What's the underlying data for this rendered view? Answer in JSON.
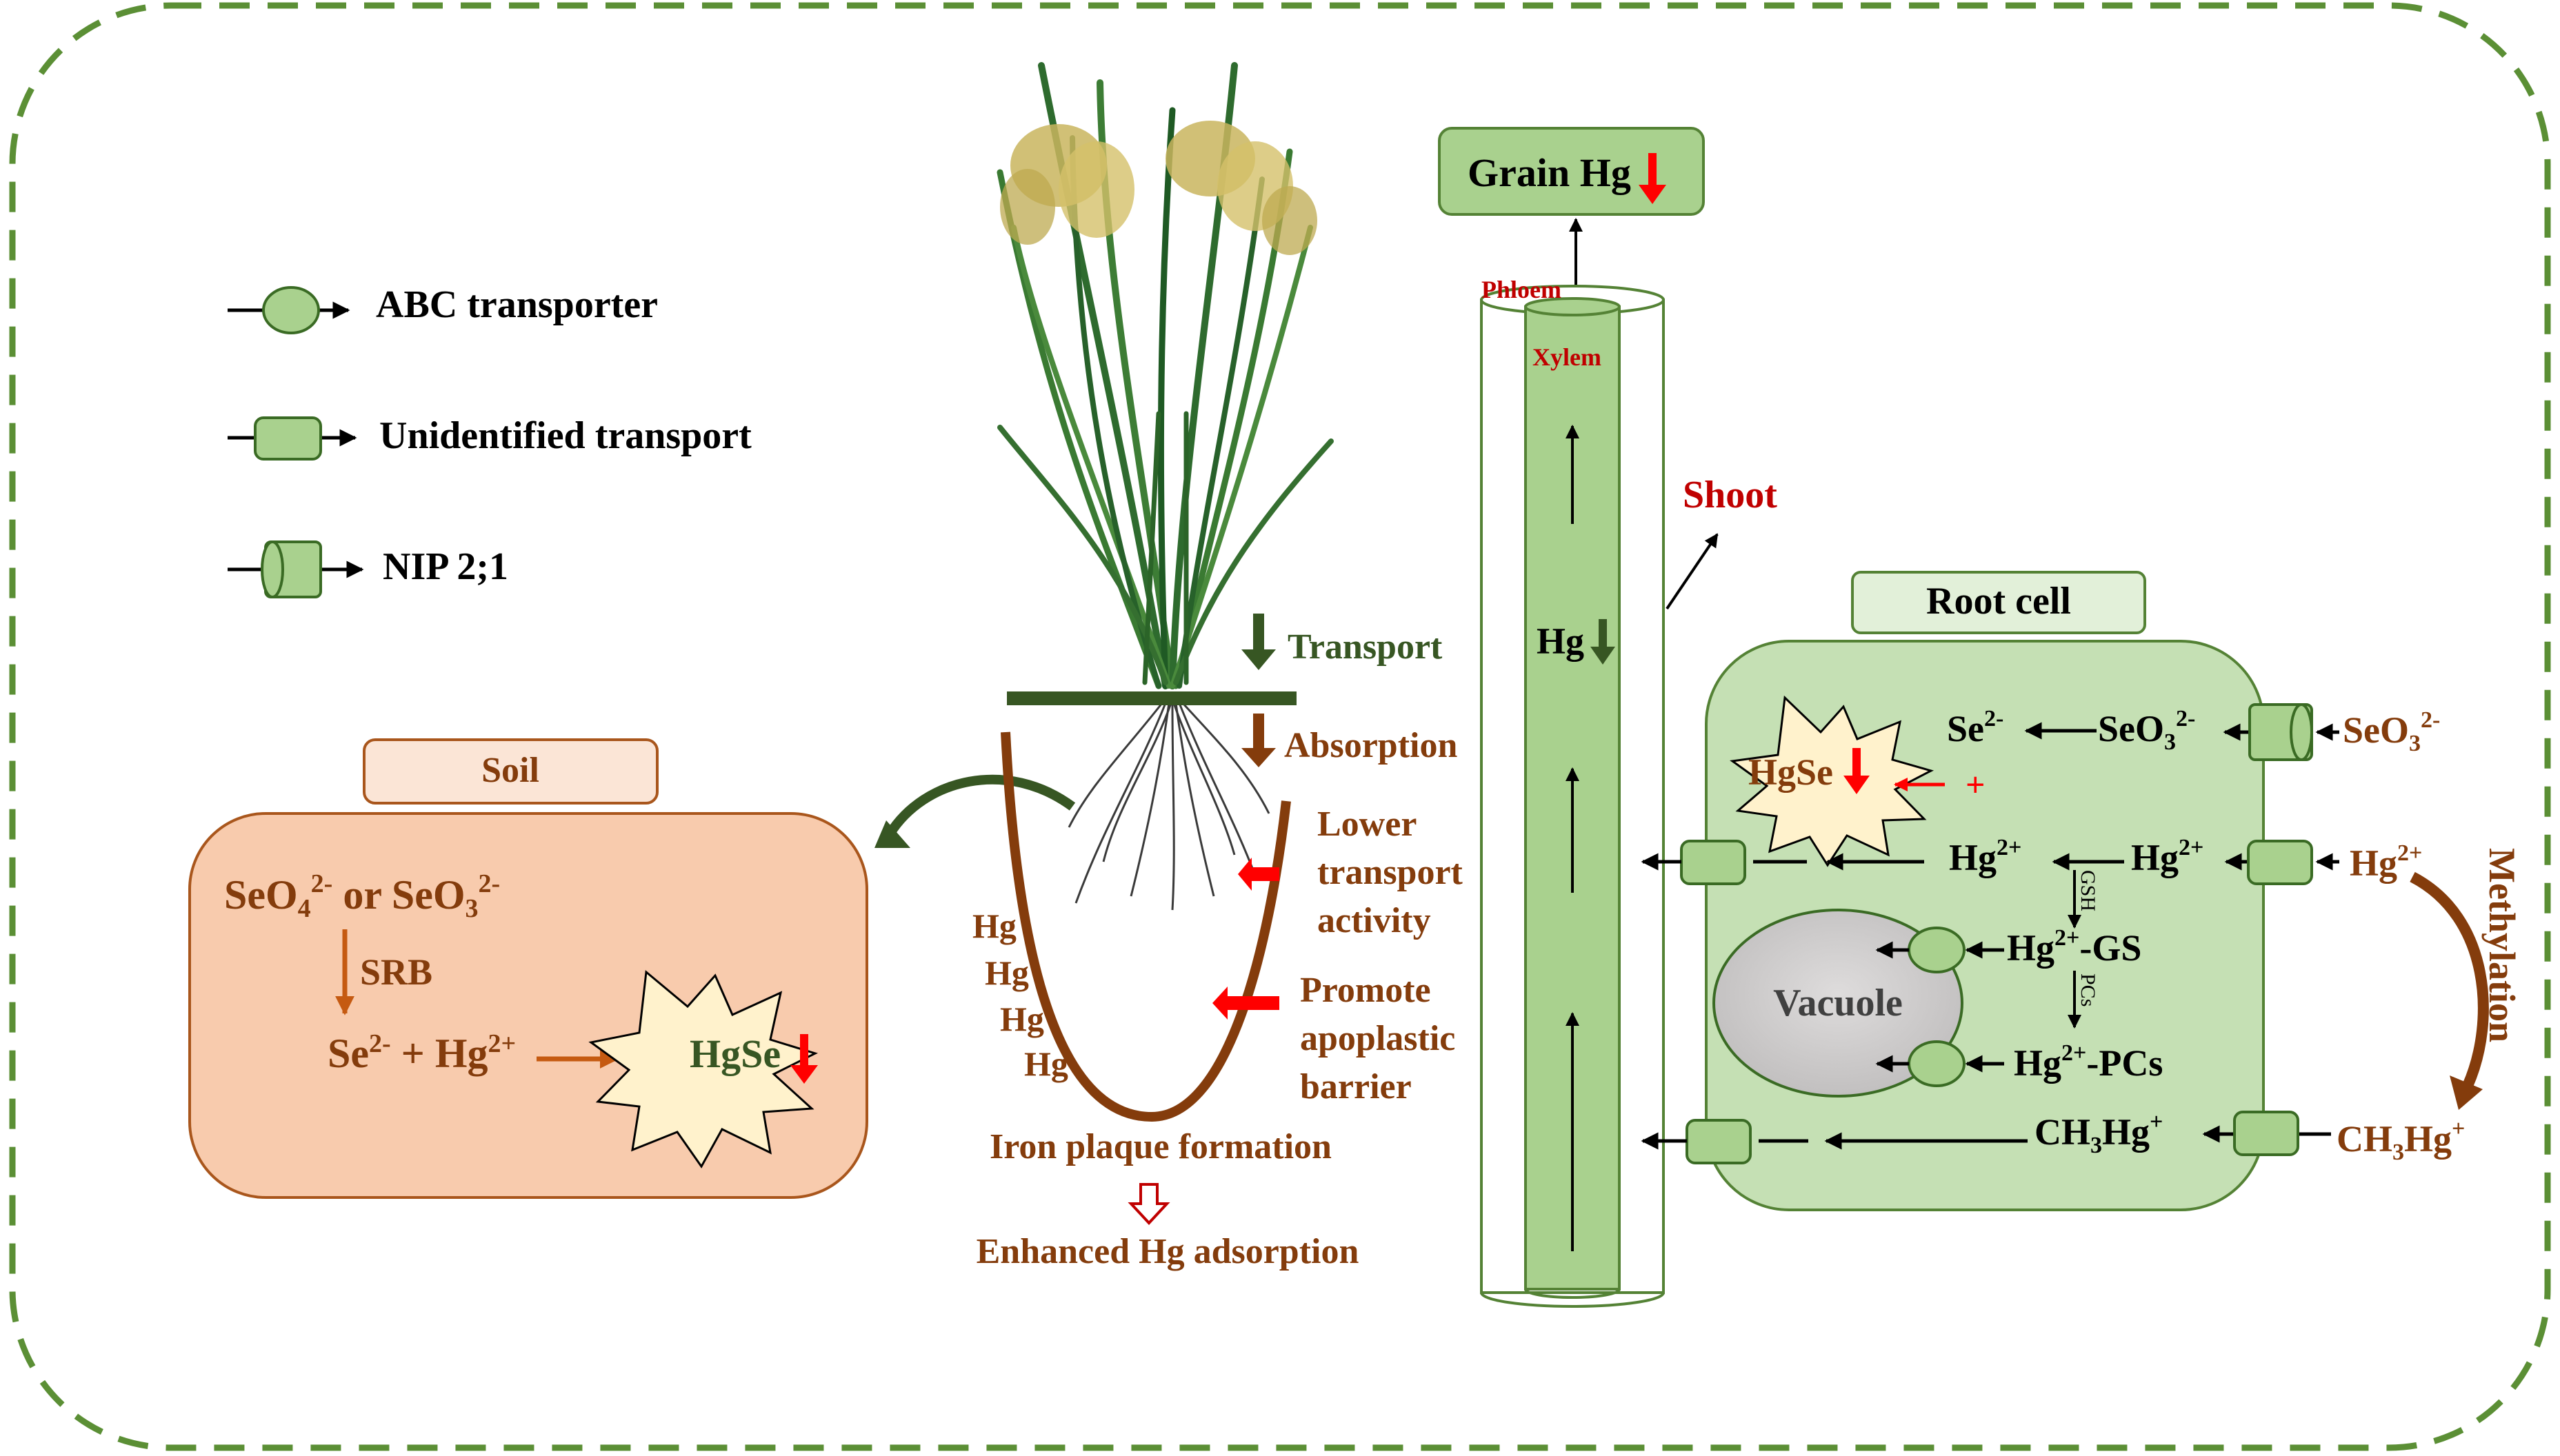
{
  "legend": {
    "abc": "ABC transporter",
    "unidentified": "Unidentified transport",
    "nip": "NIP 2;1"
  },
  "soil": {
    "label": "Soil",
    "se_species_a": "SeO",
    "se_species_a_sub": "4",
    "se_species_a_sup": "2-",
    "se_or": " or SeO",
    "se_species_b_sub": "3",
    "se_species_b_sup": "2-",
    "srb": "SRB",
    "se": "Se",
    "se_sup": "2-",
    "plus": " + Hg",
    "hg_sup": "2+",
    "hgse": "HgSe"
  },
  "root": {
    "hg_labels": [
      "Hg",
      "Hg",
      "Hg",
      "Hg"
    ],
    "transport": "Transport",
    "absorption": "Absorption",
    "lower_transport": [
      "Lower",
      "transport",
      "activity"
    ],
    "promote_barrier": [
      "Promote",
      "apoplastic",
      "barrier"
    ],
    "iron_plaque": "Iron plaque formation",
    "enhanced": "Enhanced  Hg adsorption"
  },
  "stem": {
    "grain": "Grain Hg",
    "phloem": "Phloem",
    "xylem": "Xylem",
    "hg": "Hg",
    "shoot": "Shoot"
  },
  "cell": {
    "title": "Root cell",
    "hgse": "HgSe",
    "plus": "+",
    "se_in": "Se",
    "se_in_sup": "2-",
    "seo3_in": "SeO",
    "seo3_in_sub": "3",
    "seo3_in_sup": "2-",
    "seo3_out": "SeO",
    "seo3_out_sub": "3",
    "seo3_out_sup": "2-",
    "hg_left": "Hg",
    "hg_left_sup": "2+",
    "hg_mid": "Hg",
    "hg_mid_sup": "2+",
    "hg_out": "Hg",
    "hg_out_sup": "2+",
    "gsh": "GSH",
    "hg_gs": "Hg",
    "hg_gs_sup": "2+",
    "hg_gs_suffix": "-GS",
    "pcs": "PCs",
    "hg_pcs": "Hg",
    "hg_pcs_sup": "2+",
    "hg_pcs_suffix": "-PCs",
    "vacuole": "Vacuole",
    "ch3hg_in": "CH",
    "ch3hg_in_sub": "3",
    "ch3hg_in_hg": "Hg",
    "ch3hg_in_sup": "+",
    "ch3hg_out": "CH",
    "ch3hg_out_sub": "3",
    "ch3hg_out_hg": "Hg",
    "ch3hg_out_sup": "+",
    "methylation": "Methylation"
  },
  "colors": {
    "dashed_border": "#5b8f35",
    "transporter_fill": "#a9d18e",
    "transporter_stroke": "#3a6b24",
    "soil_fill": "#f8cbad",
    "soil_stroke": "#a9561c",
    "cell_fill": "#c5e0b4",
    "cell_stroke": "#548235",
    "brown_text": "#843c0c",
    "dark_red_text": "#c00000",
    "red_arrow": "#ff0000",
    "orange_arrow": "#c55a11",
    "dark_green_arrow": "#375623",
    "vacuole_fill": "#d0cece",
    "root_brown": "#843c0c",
    "star_fill": "#fff2cc"
  }
}
